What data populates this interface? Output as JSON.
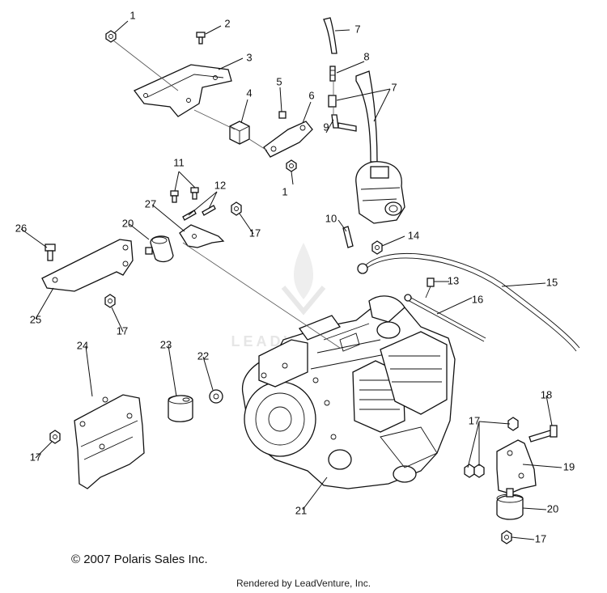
{
  "callouts": [
    {
      "id": "c1a",
      "text": "1"
    },
    {
      "id": "c2",
      "text": "2"
    },
    {
      "id": "c3",
      "text": "3"
    },
    {
      "id": "c4",
      "text": "4"
    },
    {
      "id": "c5",
      "text": "5"
    },
    {
      "id": "c6",
      "text": "6"
    },
    {
      "id": "c1b",
      "text": "1"
    },
    {
      "id": "c7a",
      "text": "7"
    },
    {
      "id": "c8",
      "text": "8"
    },
    {
      "id": "c7b",
      "text": "7"
    },
    {
      "id": "c9",
      "text": "9"
    },
    {
      "id": "c10",
      "text": "10"
    },
    {
      "id": "c11",
      "text": "11"
    },
    {
      "id": "c12",
      "text": "12"
    },
    {
      "id": "c27",
      "text": "27"
    },
    {
      "id": "c17a",
      "text": "17"
    },
    {
      "id": "c26",
      "text": "26"
    },
    {
      "id": "c20a",
      "text": "20"
    },
    {
      "id": "c25",
      "text": "25"
    },
    {
      "id": "c17b",
      "text": "17"
    },
    {
      "id": "c14",
      "text": "14"
    },
    {
      "id": "c13",
      "text": "13"
    },
    {
      "id": "c15",
      "text": "15"
    },
    {
      "id": "c16",
      "text": "16"
    },
    {
      "id": "c24",
      "text": "24"
    },
    {
      "id": "c23",
      "text": "23"
    },
    {
      "id": "c22",
      "text": "22"
    },
    {
      "id": "c17c",
      "text": "17"
    },
    {
      "id": "c18",
      "text": "18"
    },
    {
      "id": "c17d",
      "text": "17"
    },
    {
      "id": "c19",
      "text": "19"
    },
    {
      "id": "c20b",
      "text": "20"
    },
    {
      "id": "c21",
      "text": "21"
    },
    {
      "id": "c17e",
      "text": "17"
    }
  ],
  "watermark": "LEADVENTURE",
  "footer": {
    "copyright": "© 2007 Polaris Sales Inc.",
    "rendered_by": "Rendered by LeadVenture, Inc."
  }
}
